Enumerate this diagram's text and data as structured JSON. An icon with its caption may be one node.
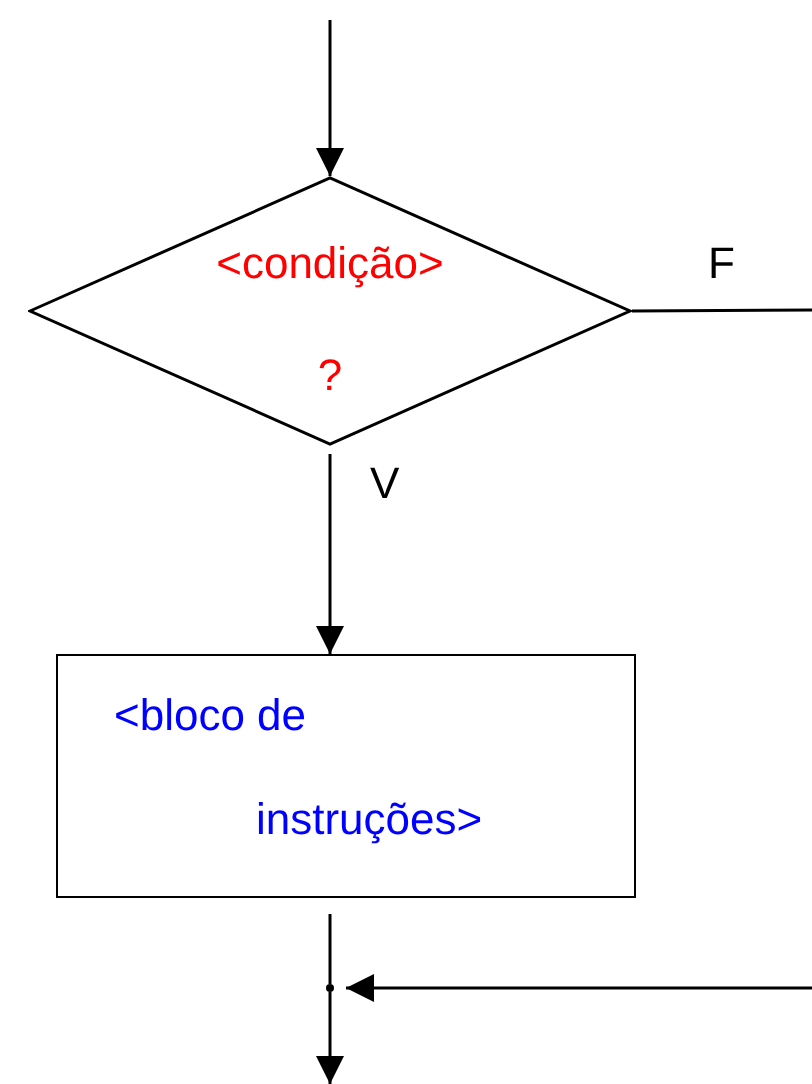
{
  "diagram": {
    "nodes": [
      {
        "text": [
          "<condição>",
          "?"
        ]
      },
      {
        "text": [
          "<bloco de instruções>"
        ]
      },
      {
        "text": [],
        "shape": "junction"
      }
    ],
    "edges": [
      {
        "from": null,
        "to": 0,
        "arrow": "to"
      },
      {
        "from": 0,
        "to": 1,
        "arrow": "to",
        "label": "V"
      },
      {
        "from": 0,
        "to": null,
        "arrow": "none",
        "label": "F"
      },
      {
        "from": 1,
        "to": 2,
        "arrow": "none"
      },
      {
        "from": null,
        "to": 2,
        "arrow": "to"
      },
      {
        "from": 2,
        "to": null,
        "arrow": "to"
      }
    ]
  }
}
